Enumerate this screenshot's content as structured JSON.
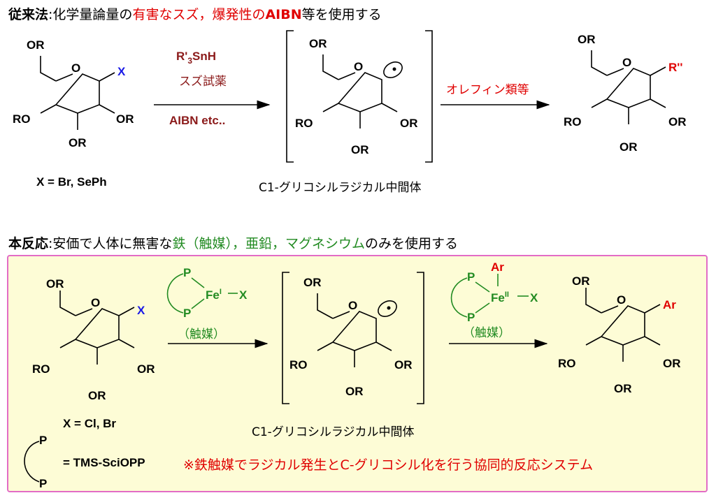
{
  "header1": {
    "label": "従来法",
    "colon": ":",
    "text_a": "化学量論量の",
    "text_red": "有害なスズ，爆発性の",
    "text_red_bold": "AIBN",
    "text_b": "等を使用する"
  },
  "header2": {
    "label": "本反応",
    "colon": ":",
    "text_a": "安価で人体に無害な",
    "text_green1": "鉄",
    "text_green1b": "（触媒），",
    "text_green2": "亜鉛，",
    "text_green3": "マグネシウム",
    "text_b": "のみを使用する"
  },
  "top": {
    "reagent1": "R'",
    "reagent1_sub": "3",
    "reagent1_rest": "SnH",
    "reagent2": "スズ試薬",
    "reagent3": "AIBN etc..",
    "reagent_right": "オレフィン類等",
    "x_label": "X = Br, SePh",
    "intermediate_label": "C1-グリコシルラジカル中間体",
    "product_sub": "R''"
  },
  "bottom": {
    "catalyst_label": "（触媒）",
    "catalyst_label2": "（触媒）",
    "x_label": "X = Cl, Br",
    "ligand_label": "= TMS-SciOPP",
    "intermediate_label": "C1-グリコシルラジカル中間体",
    "product_sub": "Ar",
    "fe1": "Fe",
    "fe1_ox": "I",
    "fe2": "Fe",
    "fe2_ox": "II",
    "x_sym": "X",
    "ar_sym": "Ar",
    "p_sym": "P",
    "note": "※鉄触媒でラジカル発生とC-グリコシル化を行う協同的反応システム"
  },
  "mol": {
    "O": "O",
    "OR": "OR",
    "RO": "RO",
    "X": "X"
  },
  "colors": {
    "red": "#e00000",
    "green": "#228b22",
    "blue": "#1a1ae6",
    "darkred": "#8b1a1a",
    "box_border": "#e26cc6",
    "box_bg": "#fdfcd6"
  }
}
